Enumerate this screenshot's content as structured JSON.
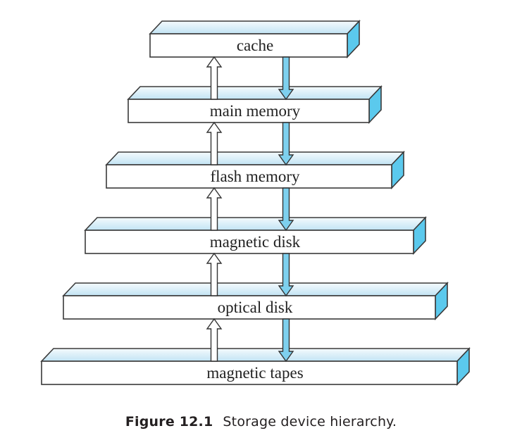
{
  "figure": {
    "levels": [
      "cache",
      "main memory",
      "flash memory",
      "magnetic disk",
      "optical disk",
      "magnetic tapes"
    ],
    "caption": {
      "number": "Figure 12.1",
      "text": "Storage device hierarchy."
    },
    "colors": {
      "box_front": "#ffffff",
      "box_top_back": "#f4fafd",
      "box_top_front": "#c2e4f4",
      "box_side": "#5bc9ed",
      "up_arrow_fill": "#ffffff",
      "down_arrow_fill": "#7ed0ee",
      "outline": "#3a3a3a",
      "label_color": "#222222"
    }
  }
}
